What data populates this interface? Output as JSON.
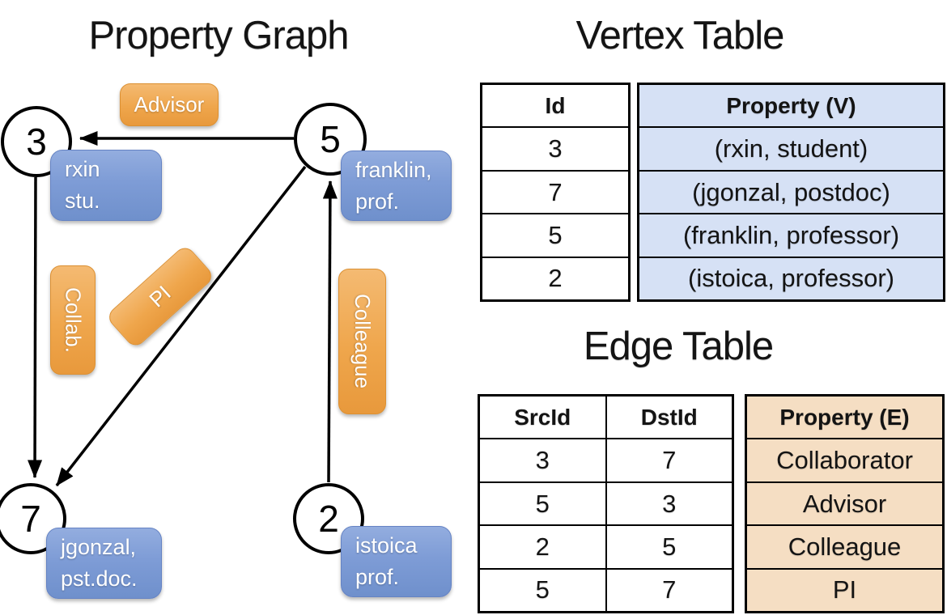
{
  "graph": {
    "title": "Property Graph",
    "nodes": [
      {
        "id": "3"
      },
      {
        "id": "5"
      },
      {
        "id": "7"
      },
      {
        "id": "2"
      }
    ],
    "vertex_boxes": [
      {
        "line1": "rxin",
        "line2": "stu."
      },
      {
        "line1": "franklin,",
        "line2": "prof."
      },
      {
        "line1": "jgonzal,",
        "line2": "pst.doc."
      },
      {
        "line1": "istoica",
        "line2": "prof."
      }
    ],
    "edge_labels": {
      "advisor": "Advisor",
      "collab": "Collab.",
      "pi": "PI",
      "colleague": "Colleague"
    }
  },
  "vertex_table": {
    "title": "Vertex Table",
    "id_header": "Id",
    "prop_header": "Property (V)",
    "rows": [
      {
        "id": "3",
        "prop": "(rxin, student)"
      },
      {
        "id": "7",
        "prop": "(jgonzal, postdoc)"
      },
      {
        "id": "5",
        "prop": "(franklin, professor)"
      },
      {
        "id": "2",
        "prop": "(istoica, professor)"
      }
    ]
  },
  "edge_table": {
    "title": "Edge Table",
    "src_header": "SrcId",
    "dst_header": "DstId",
    "prop_header": "Property (E)",
    "rows": [
      {
        "src": "3",
        "dst": "7",
        "prop": "Collaborator"
      },
      {
        "src": "5",
        "dst": "3",
        "prop": "Advisor"
      },
      {
        "src": "2",
        "dst": "5",
        "prop": "Colleague"
      },
      {
        "src": "5",
        "dst": "7",
        "prop": "PI"
      }
    ]
  },
  "colors": {
    "edge_label_orange": "#EFA64C",
    "vertex_box_blue": "#7E9CD6",
    "vertex_table_fill": "#D6E1F5",
    "edge_table_fill": "#F5DEC3",
    "line_black": "#000000"
  }
}
